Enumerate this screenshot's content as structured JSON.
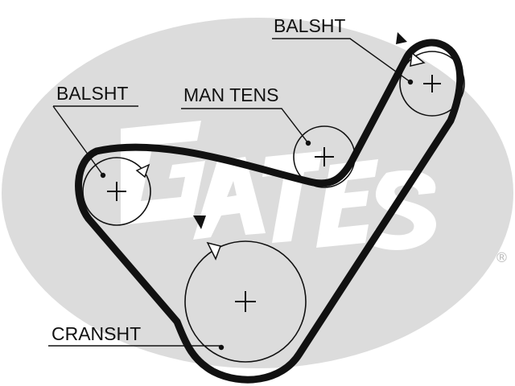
{
  "labels": {
    "balsht_right": "BALSHT",
    "balsht_left": "BALSHT",
    "man_tens": "MAN TENS",
    "cransht": "CRANSHT"
  },
  "logo": {
    "brand": "Gates",
    "registered_mark": "®"
  },
  "colors": {
    "ink": "#111111",
    "logo_gray": "#dcdcdc"
  }
}
